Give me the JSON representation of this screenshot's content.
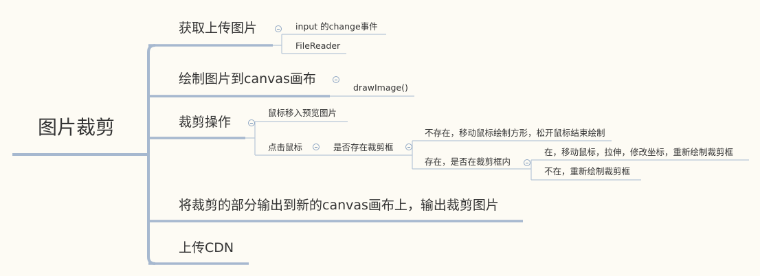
{
  "root": {
    "label": "图片裁剪"
  },
  "branches": [
    {
      "label": "获取上传图片",
      "children": [
        {
          "label": "input 的change事件"
        },
        {
          "label": "FileReader"
        }
      ]
    },
    {
      "label": "绘制图片到canvas画布",
      "children": [
        {
          "label": "drawImage()"
        }
      ]
    },
    {
      "label": "裁剪操作",
      "children": [
        {
          "label": "鼠标移入预览图片"
        },
        {
          "label": "点击鼠标",
          "children": [
            {
              "label": "是否存在裁剪框",
              "children": [
                {
                  "label": "不存在，移动鼠标绘制方形，松开鼠标结束绘制"
                },
                {
                  "label": "存在，是否在裁剪框内",
                  "children": [
                    {
                      "label": "在，移动鼠标，拉伸，修改坐标，重新绘制裁剪框"
                    },
                    {
                      "label": "不在，重新绘制裁剪框"
                    }
                  ]
                }
              ]
            }
          ]
        }
      ]
    },
    {
      "label": "将裁剪的部分输出到新的canvas画布上，输出裁剪图片"
    },
    {
      "label": "上传CDN"
    }
  ],
  "colors": {
    "line": "#a6b8cf",
    "thin_line": "#b7c6d8",
    "background": "#fdfbf4"
  }
}
